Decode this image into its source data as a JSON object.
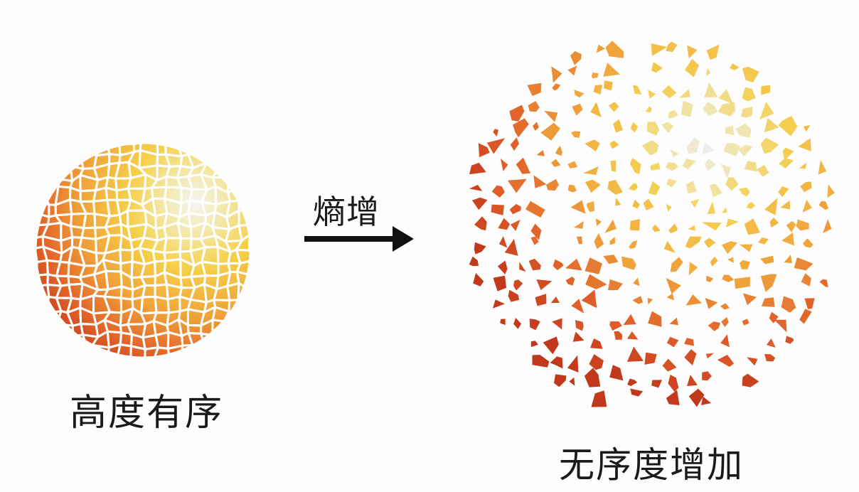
{
  "diagram": {
    "left_label": "高度有序",
    "arrow_label": "熵增",
    "right_label": "无序度增加"
  },
  "colors": {
    "ordered_gradient": [
      "#f4f4f2",
      "#f6d44a",
      "#f2a83a",
      "#e1622a",
      "#c23a1a"
    ],
    "grout": "#ffffff",
    "arrow": "#111111",
    "text": "#1a1a1a"
  }
}
